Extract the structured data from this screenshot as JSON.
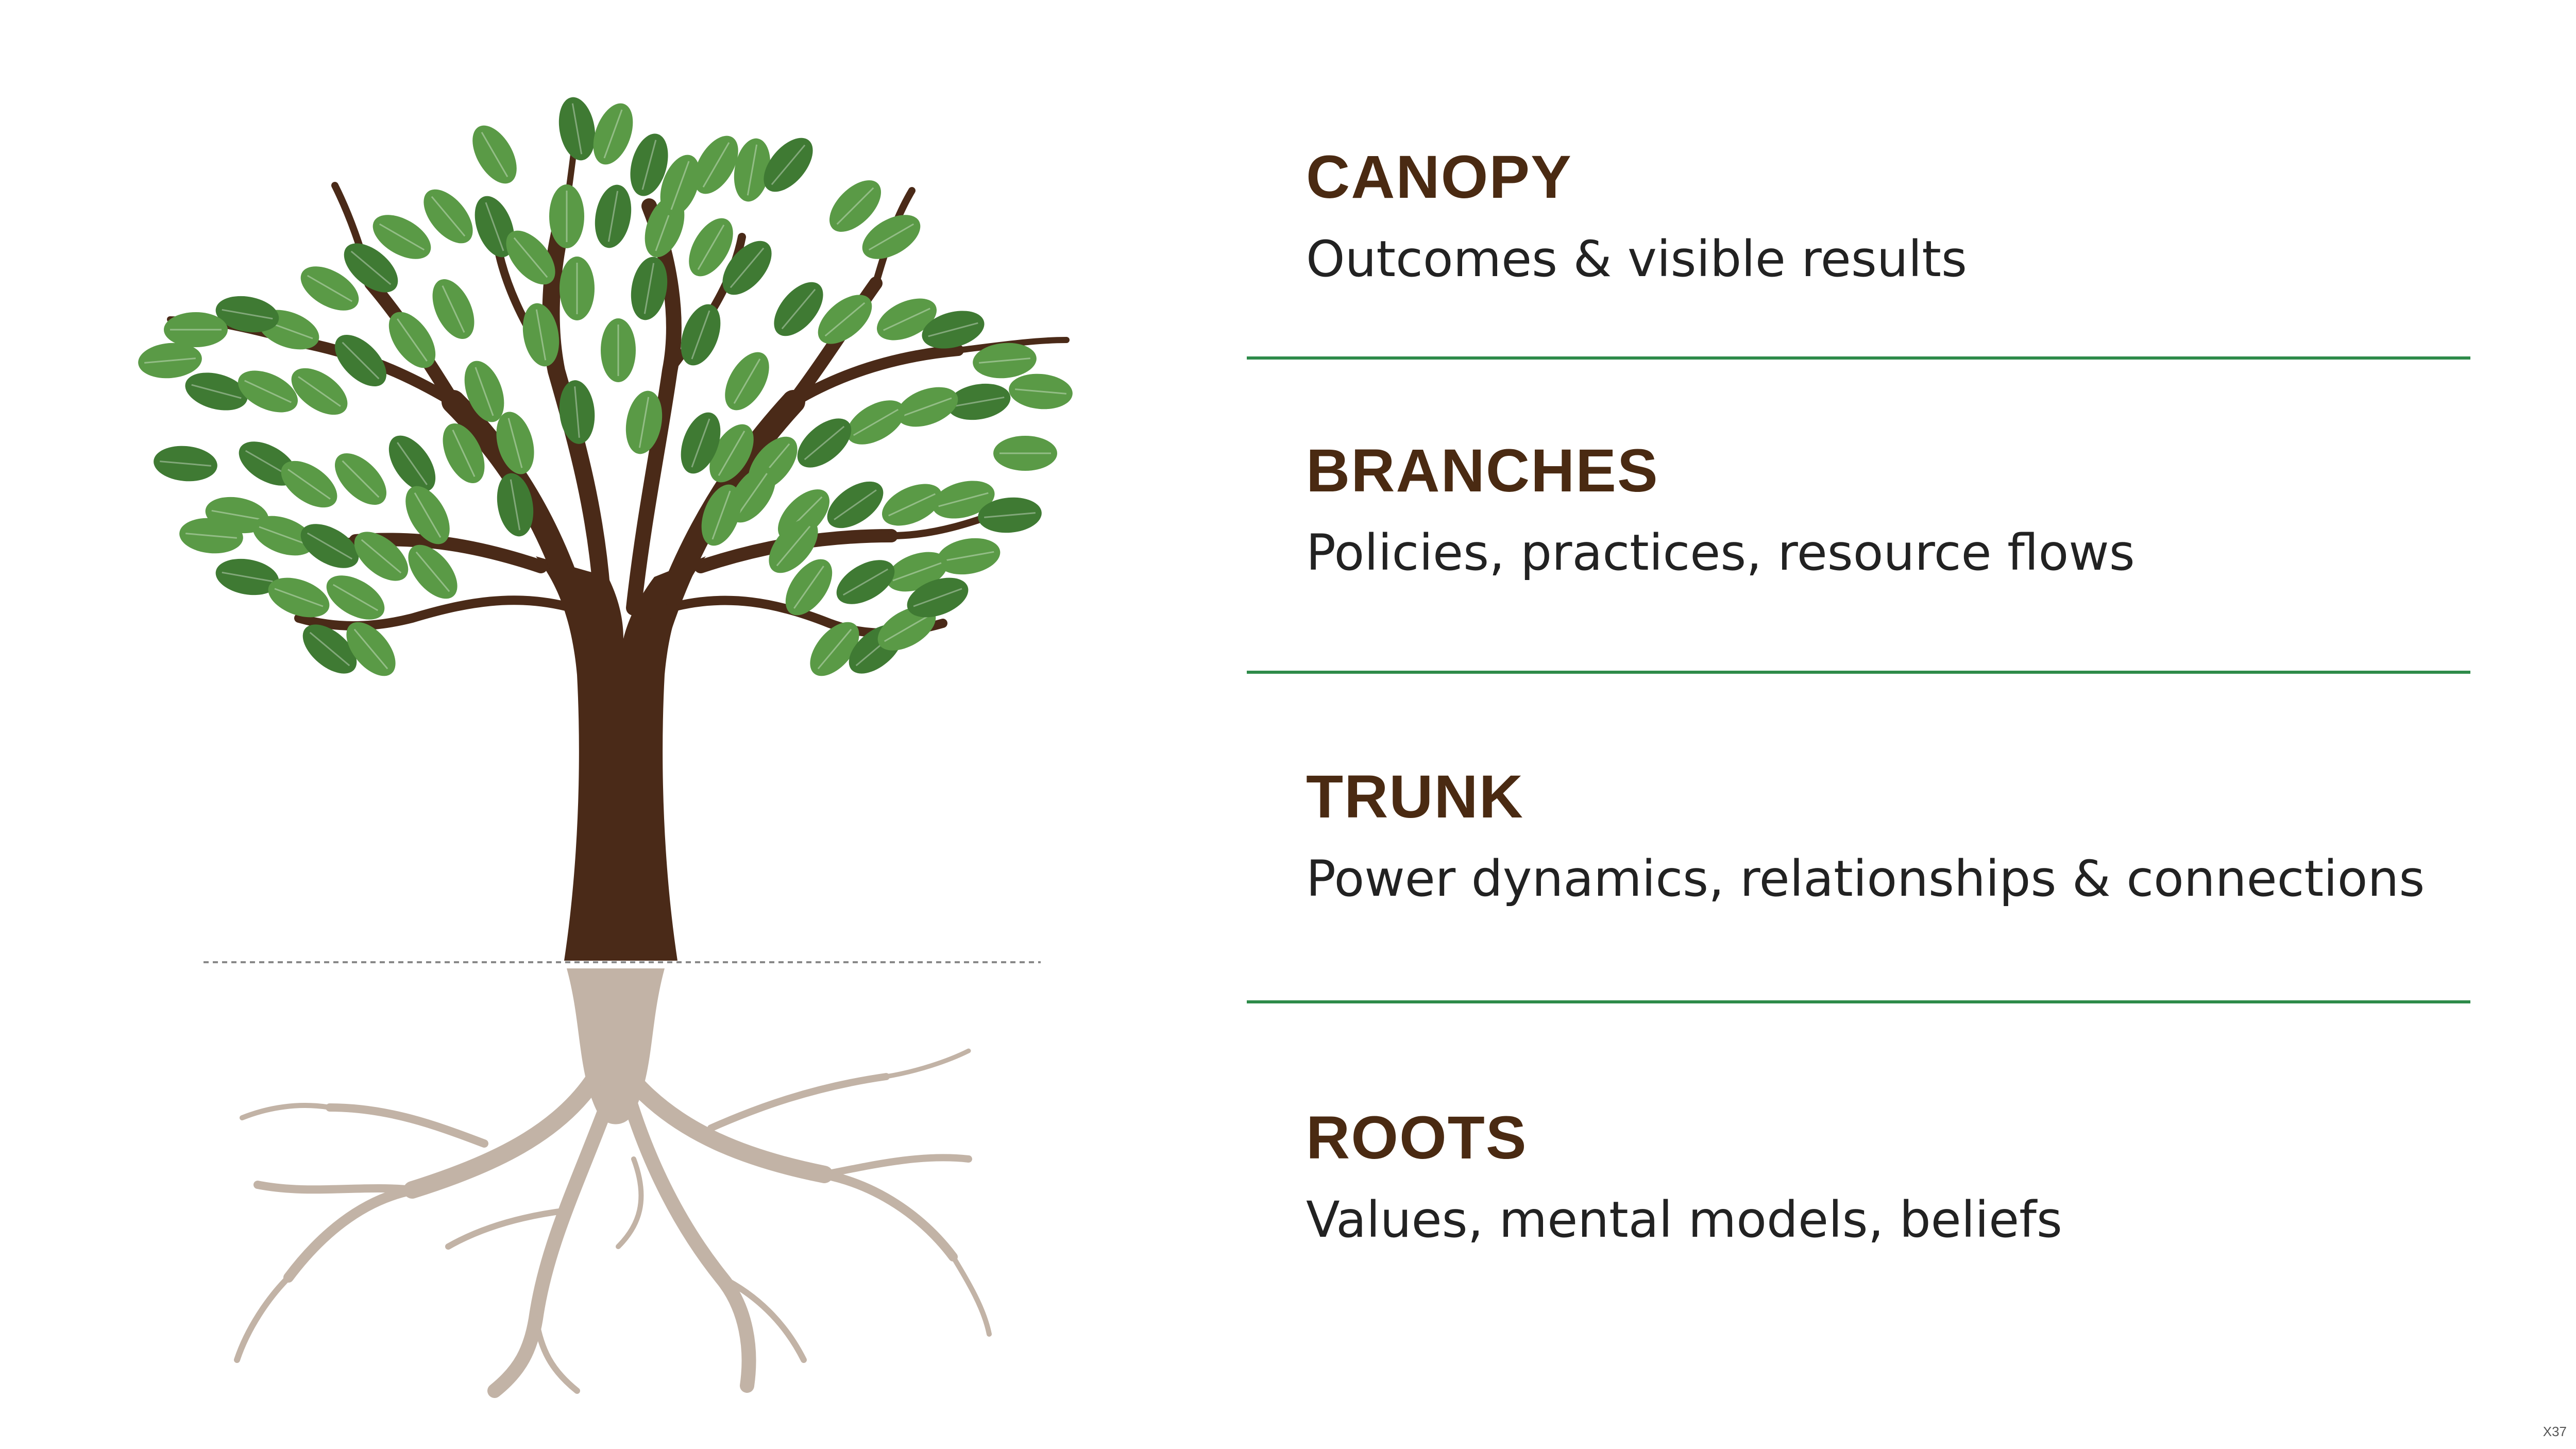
{
  "colors": {
    "heading": "#4a2a12",
    "body_text": "#222222",
    "divider": "#2e8b4a",
    "trunk": "#4a2a18",
    "leaf": "#5a9a46",
    "leaf_dark": "#3f7a33",
    "roots": "#c2b3a6",
    "ground_line": "#888888"
  },
  "layers": [
    {
      "title": "CANOPY",
      "description": "Outcomes & visible results"
    },
    {
      "title": "BRANCHES",
      "description": "Policies, practices, resource flows"
    },
    {
      "title": "TRUNK",
      "description": "Power dynamics, relationships & connections"
    },
    {
      "title": "ROOTS",
      "description": "Values, mental models, beliefs"
    }
  ],
  "icons": {
    "tree": "tree-illustration-icon",
    "roots": "roots-illustration-icon"
  },
  "corner_mark": "X37"
}
